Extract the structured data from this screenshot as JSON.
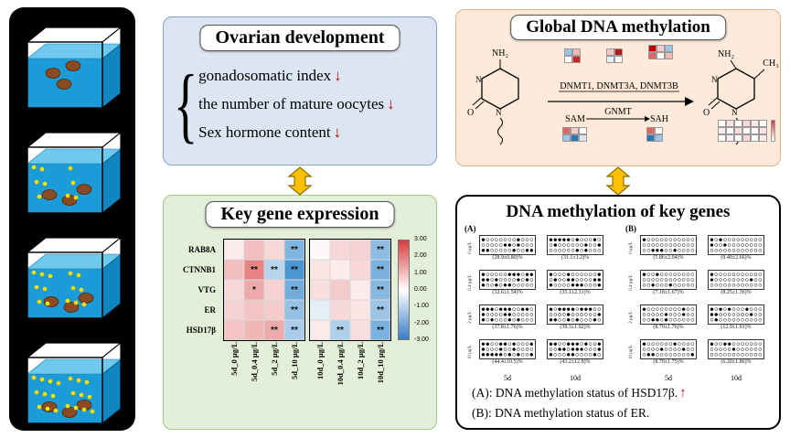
{
  "arrows": {
    "color": "#ffc000",
    "outline": "#8a6d00"
  },
  "tanks": {
    "water_color": "#1b9cd8",
    "water_side": "#0f86c0",
    "water_top": "#6ec9ec",
    "dot_color": "#ffe600",
    "fish_color": "#8a4a22",
    "items": [
      {
        "name": "control",
        "dot_count": 0,
        "fish": [
          [
            34,
            60
          ],
          [
            56,
            52
          ],
          [
            46,
            72
          ]
        ]
      },
      {
        "name": "low-dose",
        "dot_count": 9,
        "fish": [
          [
            30,
            78
          ],
          [
            52,
            84
          ],
          [
            68,
            72
          ]
        ]
      },
      {
        "name": "mid-dose",
        "dot_count": 14,
        "fish": [
          [
            32,
            80
          ],
          [
            54,
            86
          ],
          [
            70,
            76
          ]
        ]
      },
      {
        "name": "high-dose",
        "dot_count": 20,
        "fish": [
          [
            30,
            80
          ],
          [
            52,
            86
          ],
          [
            68,
            78
          ]
        ]
      }
    ]
  },
  "ovarian": {
    "title": "Ovarian development",
    "brace": "{",
    "items": [
      {
        "label": "gonadosomatic index",
        "arrow": "↓"
      },
      {
        "label": "the number of mature oocytes",
        "arrow": "↓"
      },
      {
        "label": "Sex hormone content",
        "arrow": "↓"
      }
    ]
  },
  "gene_expression": {
    "title": "Key gene expression",
    "chart_data": {
      "type": "heatmap",
      "rows": [
        "RAB8A",
        "CTNNB1",
        "VTG",
        "ER",
        "HSD17β"
      ],
      "columns": [
        "5d_0 μg/L",
        "5d_0.4 μg/L",
        "5d_2 μg/L",
        "5d_10 μg/L",
        "10d_0 μg/L",
        "10d_0.4 μg/L",
        "10d_2 μg/L",
        "10d_10 μg/L"
      ],
      "values": [
        [
          0.3,
          1.0,
          0.6,
          -1.9,
          0.1,
          0.6,
          0.7,
          -1.7
        ],
        [
          1.0,
          1.9,
          -1.1,
          -2.7,
          0.4,
          0.3,
          0.6,
          -2.0
        ],
        [
          0.6,
          1.3,
          0.7,
          -2.1,
          0.5,
          0.8,
          0.3,
          -1.8
        ],
        [
          0.7,
          0.9,
          0.8,
          -1.6,
          -0.4,
          0.6,
          0.4,
          -1.5
        ],
        [
          0.9,
          1.1,
          1.3,
          -1.3,
          0.3,
          -1.2,
          0.5,
          -2.0
        ]
      ],
      "annotations": [
        [
          "",
          "",
          "",
          "**",
          "",
          "",
          "",
          "**"
        ],
        [
          "",
          "**",
          "**",
          "**",
          "",
          "",
          "",
          "**"
        ],
        [
          "",
          "*",
          "",
          "**",
          "",
          "",
          "",
          "**"
        ],
        [
          "",
          "",
          "",
          "**",
          "",
          "",
          "",
          "**"
        ],
        [
          "",
          "",
          "**",
          "**",
          "",
          "**",
          "",
          "**"
        ]
      ],
      "colorbar_ticks": [
        "3.00",
        "2.00",
        "1.00",
        "0.00",
        "-1.00",
        "-2.00",
        "-3.00"
      ],
      "vmin": -3,
      "vmax": 3
    }
  },
  "global_methylation": {
    "title": "Global DNA methylation",
    "chem": {
      "nh2": "NH₂",
      "ch3": "CH₃",
      "o": "O",
      "n": "N"
    },
    "enzymes": "DNMT1, DNMT3A, DNMT3B",
    "sam": "SAM",
    "gnmt": "GNMT",
    "sah": "SAH",
    "mini_heatmaps": {
      "strip1": {
        "cols": 2,
        "cells": [
          "#9dc3e6",
          "#f2b8b8",
          "#ffffff",
          "#cc2222"
        ]
      },
      "strip2": {
        "cols": 2,
        "cells": [
          "#f4c7c7",
          "#b31919",
          "#e8eef8",
          "#ffffff"
        ]
      },
      "strip3": {
        "cols": 3,
        "cells": [
          "#c00000",
          "#f6caca",
          "#9dc3e6",
          "#e06666",
          "#ffffff",
          "#f2b8b8"
        ]
      },
      "sam_grid": {
        "cols": 3,
        "cells": [
          "#e06666",
          "#f6caca",
          "#ffffff",
          "#9dc3e6",
          "#2e75b6",
          "#dce6f2"
        ]
      },
      "sah_grid": {
        "cols": 2,
        "cells": [
          "#e06666",
          "#ffffff",
          "#2e75b6",
          "#9dc3e6"
        ]
      },
      "level_table": {
        "cols": 6,
        "cells": [
          "#ffffff",
          "#fde3e3",
          "#ffffff",
          "#fbd6d6",
          "#fde9e9",
          "#ffffff",
          "#fdeaea",
          "#ffffff",
          "#fbdcdc",
          "#ffffff",
          "#ffffff",
          "#fde3e3",
          "#ffffff",
          "#fceeee",
          "#ffffff",
          "#fbd6d6",
          "#ffffff",
          "#fdeaea"
        ]
      }
    }
  },
  "key_genes": {
    "title": "DNA methylation of key genes",
    "panel_a_label": "(A)",
    "panel_b_label": "(B)",
    "row_labels": [
      "0 μg/L",
      "0.4 μg/L",
      "2 μg/L",
      "10 μg/L"
    ],
    "col_labels": [
      "5d",
      "10d"
    ],
    "panel_a": {
      "rows": [
        [
          "(28.9±0.80)%",
          "(31.1±1.2)%"
        ],
        [
          "(32.6±1.54)%",
          "(35.1±2.31)%"
        ],
        [
          "(37.8±1.76)%",
          "(39.3±1.92)%"
        ],
        [
          "(44.4±10.5)%",
          "(43.2±12.8)%"
        ]
      ]
    },
    "panel_b": {
      "rows": [
        [
          "(5.86±2.04)%",
          "(9.40±2.66)%"
        ],
        [
          "(7.18±1.67)%",
          "(8.25±1.36)%"
        ],
        [
          "(8.79±1.76)%",
          "(12.9±1.91)%"
        ],
        [
          "(8.70±1.75)%",
          "(6.20±1.86)%"
        ]
      ]
    },
    "captions": [
      {
        "text": "(A): DNA methylation status of HSD17β.",
        "arrow": "↑"
      },
      {
        "text": "(B): DNA methylation status of ER.",
        "arrow": ""
      }
    ]
  }
}
